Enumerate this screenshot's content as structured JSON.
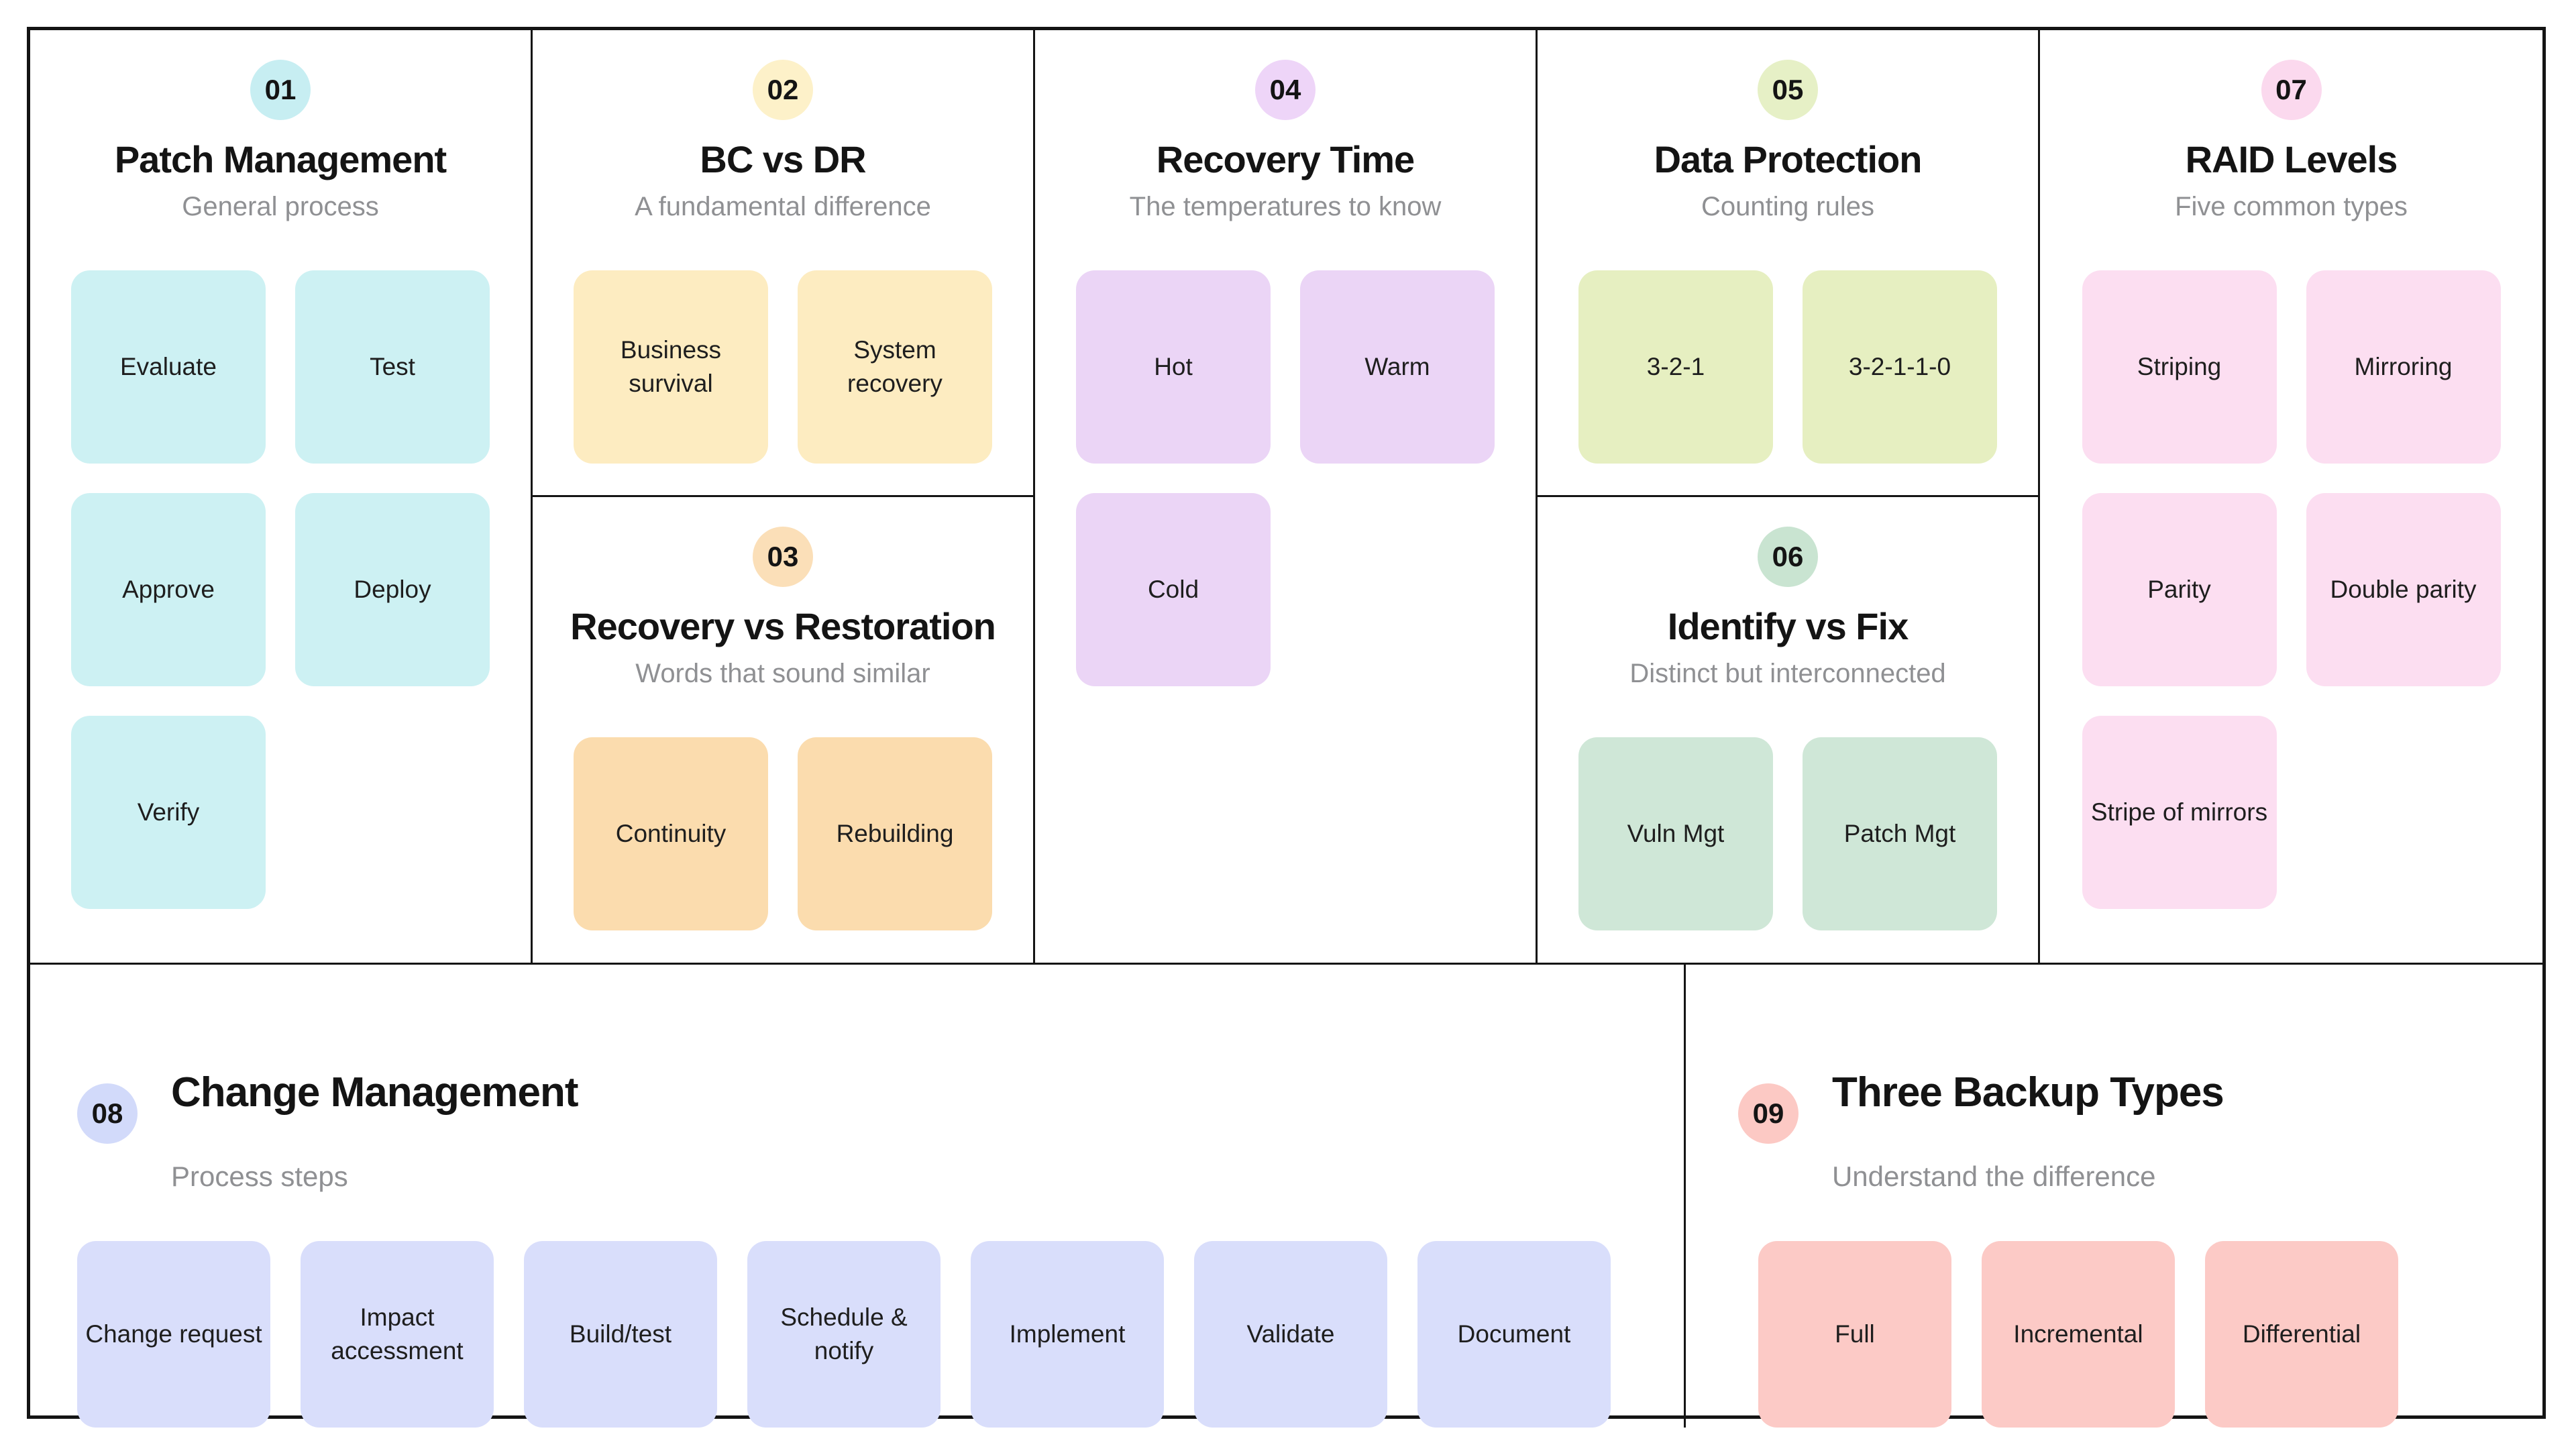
{
  "palette": {
    "border": "#141414",
    "background": "#ffffff",
    "title_text": "#141414",
    "subtitle_text": "#8f9093",
    "card_text": "#1e1e1e"
  },
  "sections": [
    {
      "badge": "01",
      "title": "Patch Management",
      "subtitle": "General process",
      "colors": {
        "badge": "#c7eef2",
        "card": "#cdf1f3"
      },
      "cards": [
        "Evaluate",
        "Test",
        "Approve",
        "Deploy",
        "Verify"
      ]
    },
    {
      "badge": "02",
      "title": "BC vs DR",
      "subtitle": "A fundamental difference",
      "colors": {
        "badge": "#fdf1c9",
        "card": "#fdecc1"
      },
      "cards": [
        "Business survival",
        "System recovery"
      ]
    },
    {
      "badge": "03",
      "title": "Recovery vs Restoration",
      "subtitle": "Words that sound similar",
      "colors": {
        "badge": "#fbdfb8",
        "card": "#fbdcae"
      },
      "cards": [
        "Continuity",
        "Rebuilding"
      ]
    },
    {
      "badge": "04",
      "title": "Recovery Time",
      "subtitle": "The temperatures to know",
      "colors": {
        "badge": "#eed5f8",
        "card": "#ebd5f6"
      },
      "cards": [
        "Hot",
        "Warm",
        "Cold"
      ]
    },
    {
      "badge": "05",
      "title": "Data Protection",
      "subtitle": "Counting rules",
      "colors": {
        "badge": "#e6f0c6",
        "card": "#e6efc1"
      },
      "cards": [
        "3-2-1",
        "3-2-1-1-0"
      ]
    },
    {
      "badge": "06",
      "title": "Identify vs Fix",
      "subtitle": "Distinct but interconnected",
      "colors": {
        "badge": "#c9e4d1",
        "card": "#cfe7d7"
      },
      "cards": [
        "Vuln Mgt",
        "Patch Mgt"
      ]
    },
    {
      "badge": "07",
      "title": "RAID Levels",
      "subtitle": "Five common types",
      "colors": {
        "badge": "#fbd9ee",
        "card": "#fcdef1"
      },
      "cards": [
        "Striping",
        "Mirroring",
        "Parity",
        "Double parity",
        "Stripe of mirrors"
      ]
    },
    {
      "badge": "08",
      "title": "Change Management",
      "subtitle": "Process steps",
      "colors": {
        "badge": "#d2dafa",
        "card": "#d9defb"
      },
      "cards": [
        "Change request",
        "Impact accessment",
        "Build/test",
        "Schedule & notify",
        "Implement",
        "Validate",
        "Document"
      ]
    },
    {
      "badge": "09",
      "title": "Three Backup Types",
      "subtitle": "Understand the difference",
      "colors": {
        "badge": "#fcc9c4",
        "card": "#fccac6"
      },
      "cards": [
        "Full",
        "Incremental",
        "Differential"
      ]
    }
  ]
}
